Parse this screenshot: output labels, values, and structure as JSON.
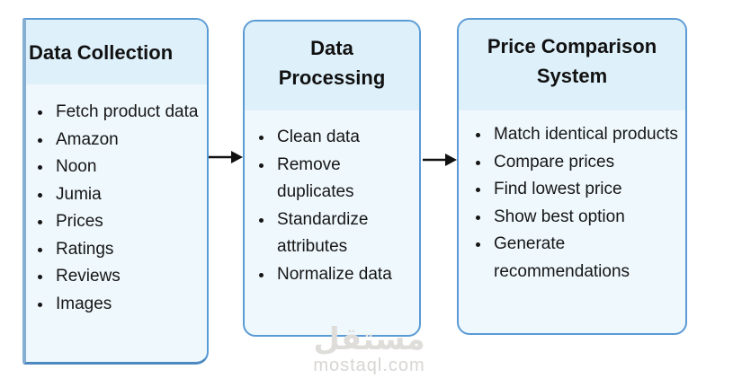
{
  "diagram": {
    "boxes": [
      {
        "title": "Data Collection",
        "items": [
          "Fetch product data",
          "Amazon",
          "Noon",
          "Jumia",
          "Prices",
          "Ratings",
          "Reviews",
          "Images"
        ]
      },
      {
        "title": "Data Processing",
        "items": [
          "Clean data",
          "Remove duplicates",
          "Standardize attributes",
          "Normalize data"
        ]
      },
      {
        "title": "Price Comparison System",
        "items": [
          "Match identical products",
          "Compare prices",
          "Find lowest price",
          "Show best option",
          "Generate recommendations"
        ]
      }
    ],
    "colors": {
      "border": "#5b9bd5",
      "header_bg": "#def0fa",
      "body_bg": "#eff8fd",
      "arrow": "#111111",
      "watermark": "#dfddda"
    }
  },
  "watermark": {
    "logo_text": "مستقل",
    "site_text": "mostaql.com"
  }
}
